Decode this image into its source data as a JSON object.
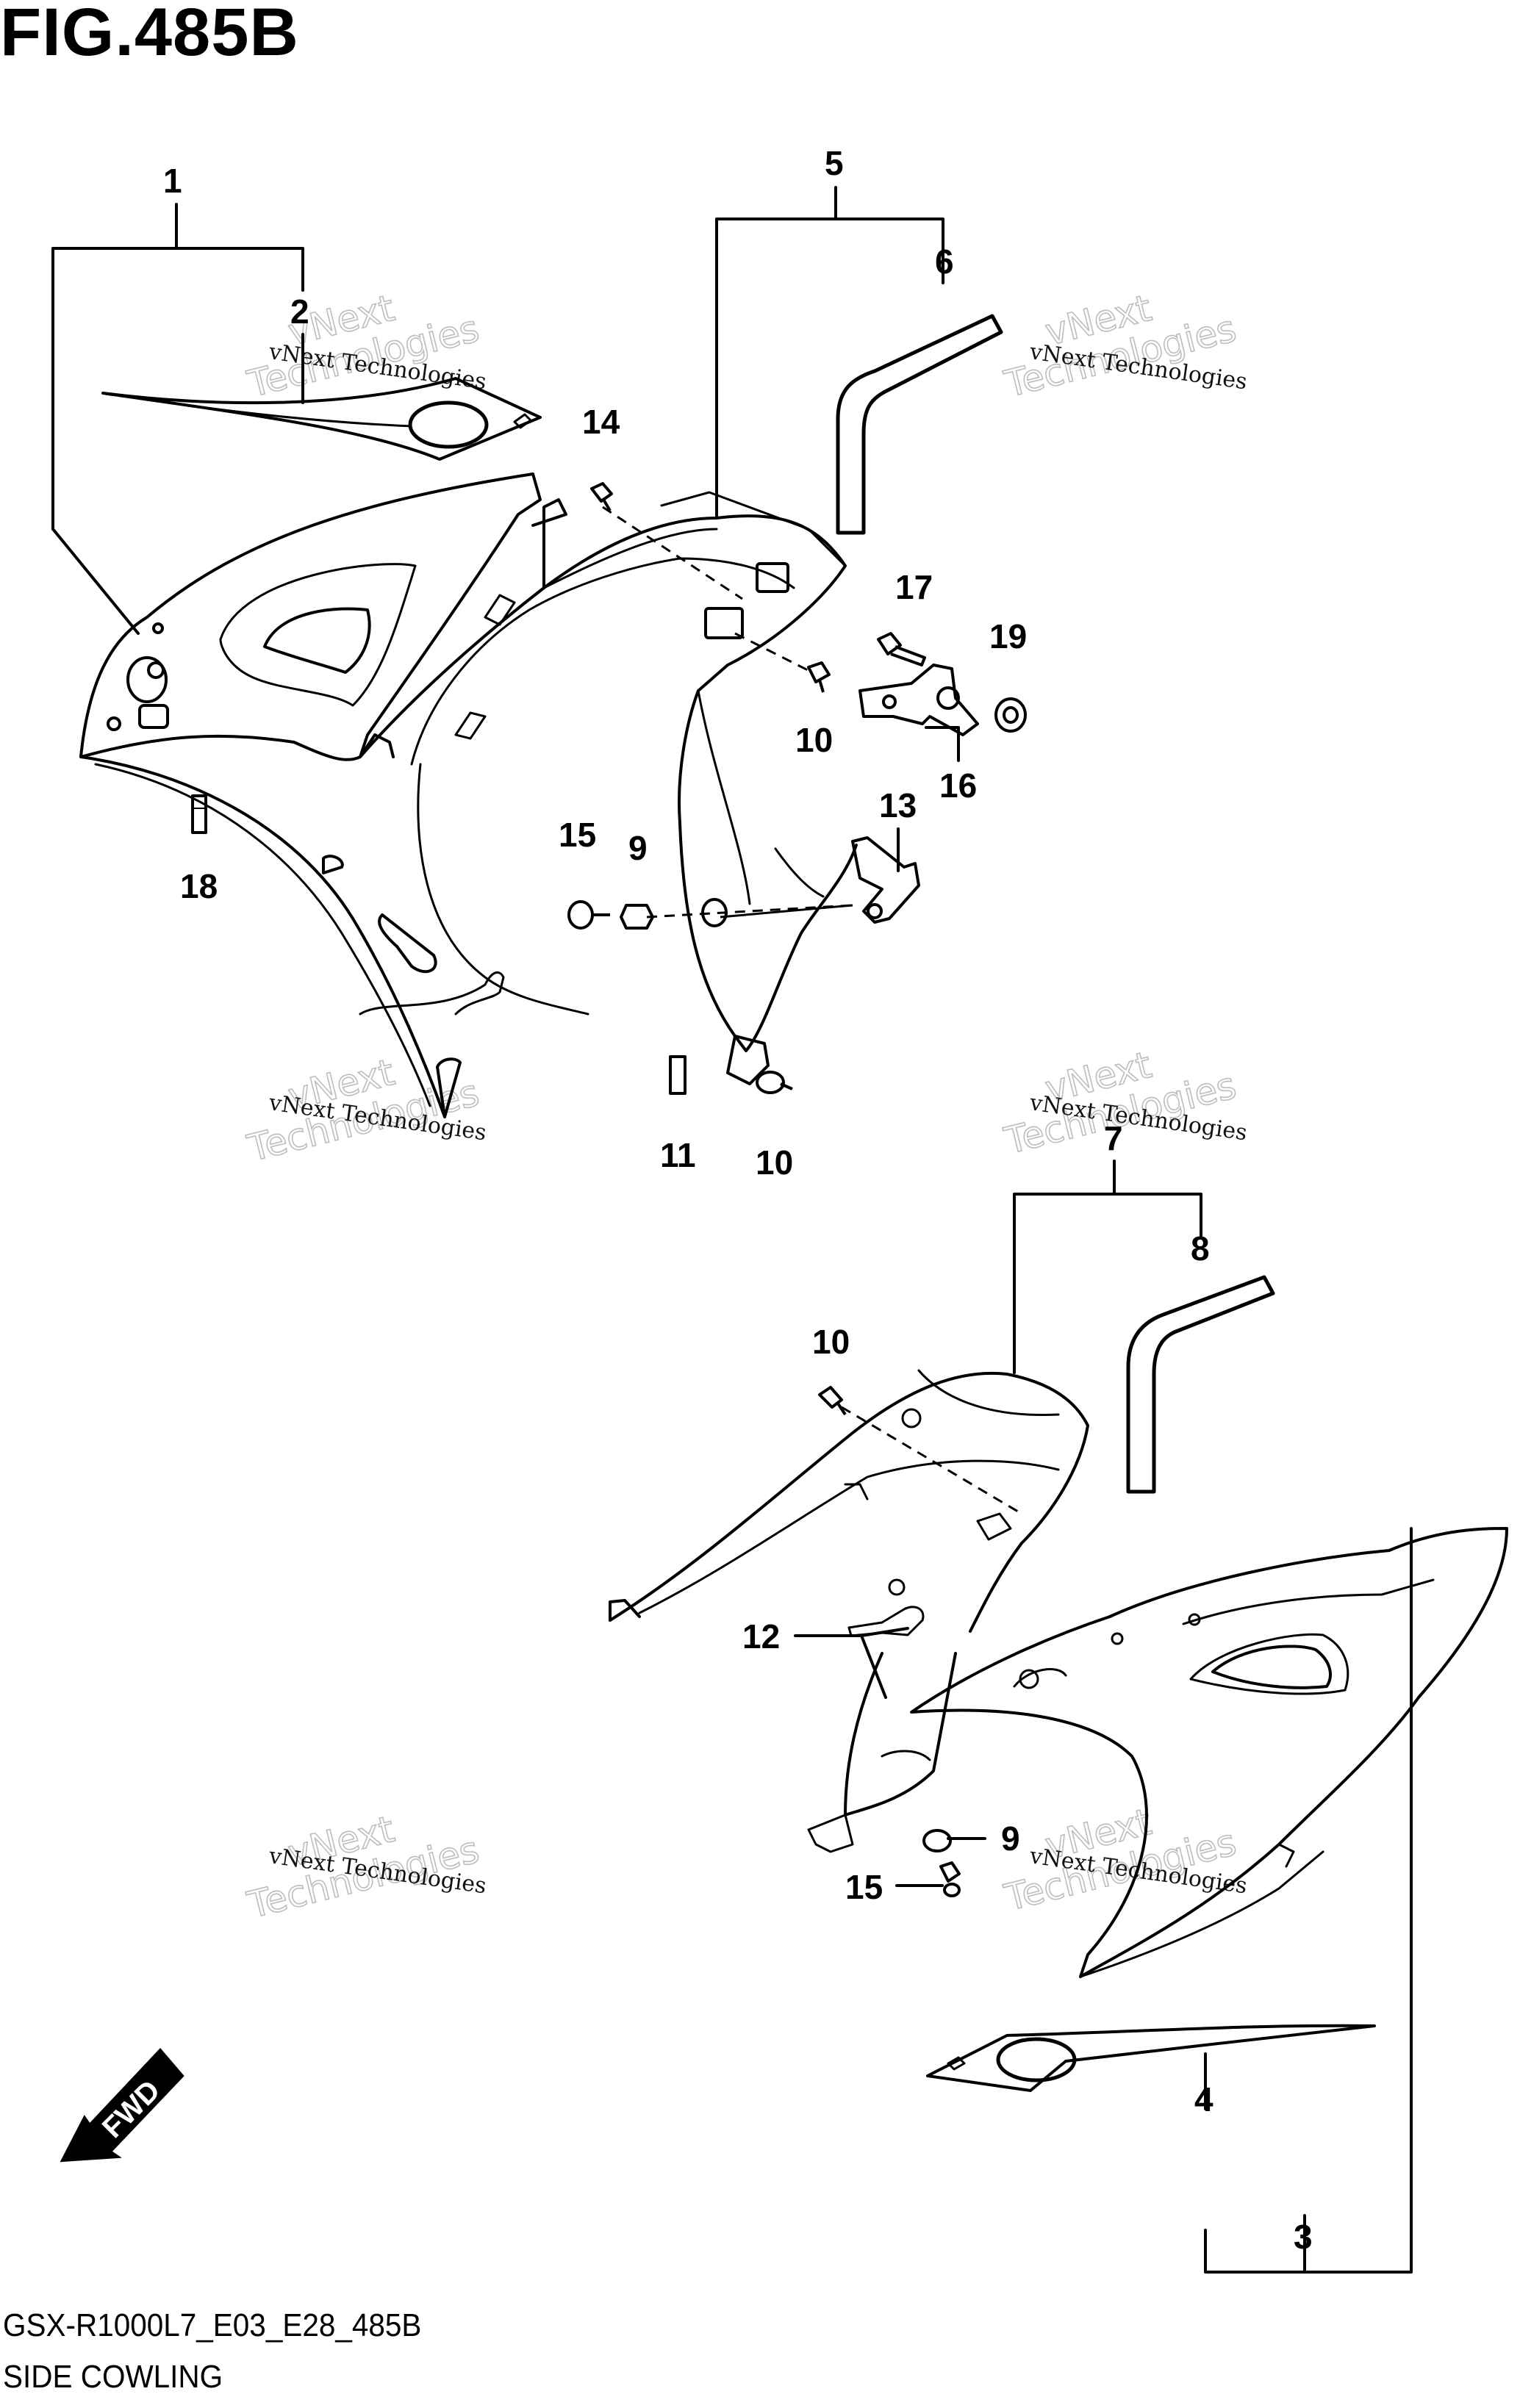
{
  "figure_title": "FIG.485B",
  "footer": {
    "code": "GSX-R1000L7_E03_E28_485B",
    "name": "SIDE COWLING"
  },
  "callouts": {
    "c1": "1",
    "c2": "2",
    "c3": "3",
    "c4": "4",
    "c5": "5",
    "c6": "6",
    "c7": "7",
    "c8": "8",
    "c9a": "9",
    "c9b": "9",
    "c10a": "10",
    "c10b": "10",
    "c10c": "10",
    "c11": "11",
    "c12": "12",
    "c13": "13",
    "c14": "14",
    "c15a": "15",
    "c15b": "15",
    "c16": "16",
    "c17": "17",
    "c18": "18",
    "c19": "19"
  },
  "watermark": {
    "line1": "vNext Technologies",
    "line2": "vNext",
    "line3": "Technologies"
  },
  "fwd_badge": "FWD",
  "colors": {
    "line": "#000000",
    "watermark": "#bdbdbd",
    "background": "#ffffff"
  }
}
